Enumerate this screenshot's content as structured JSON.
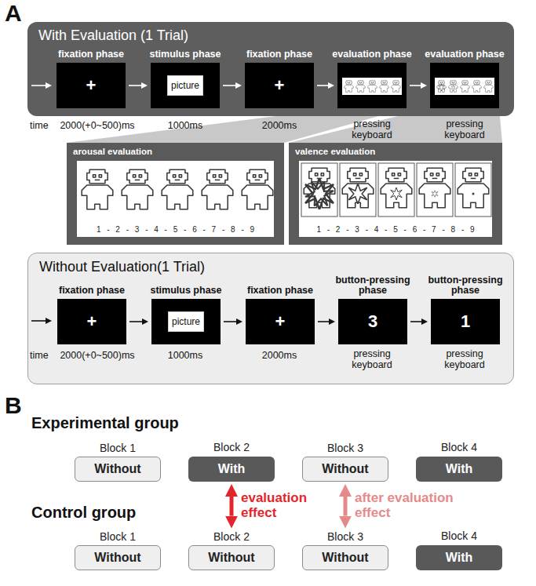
{
  "diagram": {
    "nodes": [
      {
        "text": [
          "With Evaluation (1 Trial)"
        ]
      },
      {
        "text": [
          "fixation phase",
          "+"
        ],
        "in": 0
      },
      {
        "text": [
          "stimulus phase"
        ],
        "in": 0
      },
      {
        "text": [
          "picture"
        ],
        "in": 2
      },
      {
        "text": [
          "fixation phase",
          "+"
        ],
        "in": 0
      },
      {
        "text": [
          "evaluation phase"
        ],
        "in": 0
      },
      {
        "text": [
          "evaluation phase"
        ],
        "in": 0
      },
      {
        "text": [
          "arousal evaluation",
          "1 - 2 - 3 - 4 - 5 - 6 - 7 - 8 - 9"
        ]
      },
      {
        "text": [
          "valence evaluation",
          "1 - 2 - 3 - 4 - 5 - 6 - 7 - 8 - 9"
        ]
      },
      {
        "text": [
          "Without Evaluation(1 Trial)"
        ]
      },
      {
        "text": [
          "fixation phase",
          "+"
        ],
        "in": 9
      },
      {
        "text": [
          "stimulus phase"
        ],
        "in": 9
      },
      {
        "text": [
          "picture"
        ],
        "in": 11
      },
      {
        "text": [
          "fixation phase",
          "+"
        ],
        "in": 9
      },
      {
        "text": [
          "button-pressing phase",
          "3"
        ],
        "in": 9
      },
      {
        "text": [
          "button-pressing phase",
          "1"
        ],
        "in": 9
      },
      {
        "text": [
          "Block 1",
          "Without"
        ]
      },
      {
        "text": [
          "Block 2",
          "With"
        ]
      },
      {
        "text": [
          "Block 3",
          "Without"
        ]
      },
      {
        "text": [
          "Block 4",
          "With"
        ]
      },
      {
        "text": [
          "Block 1",
          "Without"
        ]
      },
      {
        "text": [
          "Block 2",
          "Without"
        ]
      },
      {
        "text": [
          "Block 3",
          "Without"
        ]
      },
      {
        "text": [
          "Block 4",
          "With"
        ]
      }
    ],
    "edges": [
      {
        "from": 1,
        "to": 2,
        "arrow": "to"
      },
      {
        "from": 2,
        "to": 4,
        "arrow": "to"
      },
      {
        "from": 4,
        "to": 5,
        "arrow": "to"
      },
      {
        "from": 5,
        "to": 6,
        "arrow": "to"
      },
      {
        "from": 10,
        "to": 11,
        "arrow": "to"
      },
      {
        "from": 11,
        "to": 13,
        "arrow": "to"
      },
      {
        "from": 13,
        "to": 14,
        "arrow": "to"
      },
      {
        "from": 14,
        "to": 15,
        "arrow": "to"
      },
      {
        "from": 17,
        "to": 21,
        "label": "evaluation effect",
        "arrow": "both"
      },
      {
        "from": 18,
        "to": 22,
        "label": "after evaluation effect",
        "arrow": "both"
      }
    ],
    "labels": [
      "A",
      "time",
      "2000(+0~500)ms",
      "1000ms",
      "2000ms",
      "pressing keyboard",
      "pressing keyboard",
      "time",
      "2000(+0~500)ms",
      "1000ms",
      "2000ms",
      "pressing keyboard",
      "pressing keyboard",
      "B",
      "Experimental group",
      "Control group"
    ]
  }
}
